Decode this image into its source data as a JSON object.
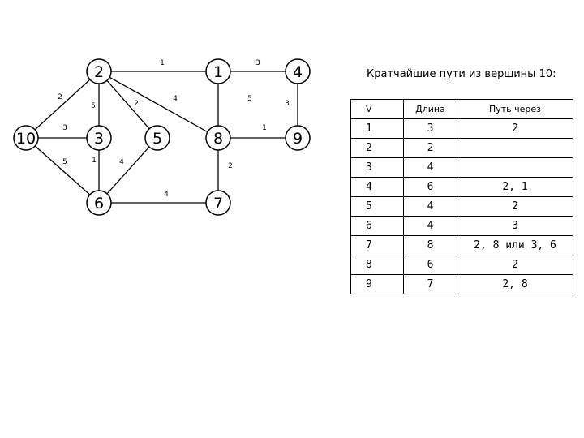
{
  "title": "Кратчайшие пути из вершины 10:",
  "graph": {
    "nodes": [
      {
        "id": "2",
        "label": "2"
      },
      {
        "id": "1",
        "label": "1"
      },
      {
        "id": "4",
        "label": "4"
      },
      {
        "id": "10",
        "label": "10"
      },
      {
        "id": "3",
        "label": "3"
      },
      {
        "id": "5",
        "label": "5"
      },
      {
        "id": "8",
        "label": "8"
      },
      {
        "id": "9",
        "label": "9"
      },
      {
        "id": "6",
        "label": "6"
      },
      {
        "id": "7",
        "label": "7"
      }
    ],
    "edges": [
      {
        "from": "2",
        "to": "1",
        "weight": "1"
      },
      {
        "from": "1",
        "to": "4",
        "weight": "3"
      },
      {
        "from": "10",
        "to": "2",
        "weight": "2"
      },
      {
        "from": "2",
        "to": "3",
        "weight": "5"
      },
      {
        "from": "2",
        "to": "5",
        "weight": "2"
      },
      {
        "from": "2",
        "to": "8",
        "weight": "4"
      },
      {
        "from": "1",
        "to": "8",
        "weight": "5"
      },
      {
        "from": "4",
        "to": "9",
        "weight": "3"
      },
      {
        "from": "10",
        "to": "3",
        "weight": "3"
      },
      {
        "from": "10",
        "to": "6",
        "weight": "5"
      },
      {
        "from": "3",
        "to": "6",
        "weight": "1"
      },
      {
        "from": "5",
        "to": "6",
        "weight": "4"
      },
      {
        "from": "8",
        "to": "9",
        "weight": "1"
      },
      {
        "from": "8",
        "to": "7",
        "weight": "2"
      },
      {
        "from": "6",
        "to": "7",
        "weight": "4"
      }
    ]
  },
  "table": {
    "headers": [
      "V",
      "Длина",
      "Путь через"
    ],
    "rows": [
      [
        "1",
        "3",
        "2"
      ],
      [
        "2",
        "2",
        ""
      ],
      [
        "3",
        "4",
        ""
      ],
      [
        "4",
        "6",
        "2, 1"
      ],
      [
        "5",
        "4",
        "2"
      ],
      [
        "6",
        "4",
        "3"
      ],
      [
        "7",
        "8",
        "2, 8 или 3, 6"
      ],
      [
        "8",
        "6",
        "2"
      ],
      [
        "9",
        "7",
        "2, 8"
      ]
    ]
  }
}
